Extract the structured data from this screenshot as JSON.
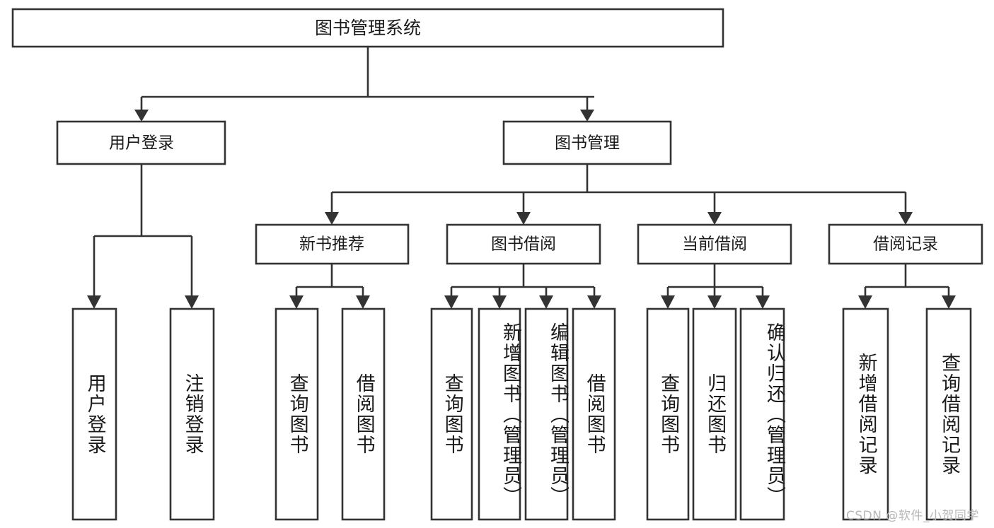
{
  "diagram": {
    "title": "图书管理系统",
    "type": "tree",
    "orientation": "top-down",
    "root": {
      "id": "root",
      "label": "图书管理系统",
      "level": 0
    },
    "level2": [
      {
        "id": "user-login",
        "label": "用户登录",
        "level": 1
      },
      {
        "id": "book-management",
        "label": "图书管理",
        "level": 1
      }
    ],
    "level3": [
      {
        "id": "new-book-recommend",
        "label": "新书推荐",
        "level": 2,
        "parent": "book-management"
      },
      {
        "id": "book-borrow",
        "label": "图书借阅",
        "level": 2,
        "parent": "book-management"
      },
      {
        "id": "current-borrow",
        "label": "当前借阅",
        "level": 2,
        "parent": "book-management"
      },
      {
        "id": "borrow-record",
        "label": "借阅记录",
        "level": 2,
        "parent": "book-management"
      }
    ],
    "leaves": [
      {
        "id": "leaf-user-login",
        "label": "用户登录",
        "parent": "user-login"
      },
      {
        "id": "leaf-logout-login",
        "label": "注销登录",
        "parent": "user-login"
      },
      {
        "id": "leaf-query-book-1",
        "label": "查询图书",
        "parent": "new-book-recommend"
      },
      {
        "id": "leaf-borrow-book-1",
        "label": "借阅图书",
        "parent": "new-book-recommend"
      },
      {
        "id": "leaf-query-book-2",
        "label": "查询图书",
        "parent": "book-borrow"
      },
      {
        "id": "leaf-add-book",
        "label": "新增图书（管理员）",
        "parent": "book-borrow"
      },
      {
        "id": "leaf-edit-book",
        "label": "编辑图书（管理员）",
        "parent": "book-borrow"
      },
      {
        "id": "leaf-borrow-book-2",
        "label": "借阅图书",
        "parent": "book-borrow"
      },
      {
        "id": "leaf-query-book-3",
        "label": "查询图书",
        "parent": "current-borrow"
      },
      {
        "id": "leaf-return-book",
        "label": "归还图书",
        "parent": "current-borrow"
      },
      {
        "id": "leaf-confirm-return",
        "label": "确认归还（管理员）",
        "parent": "current-borrow"
      },
      {
        "id": "leaf-add-record",
        "label": "新增借阅记录",
        "parent": "borrow-record"
      },
      {
        "id": "leaf-query-record",
        "label": "查询借阅记录",
        "parent": "borrow-record"
      }
    ]
  },
  "watermark": {
    "text": "CSDN @软件_小贺同学"
  },
  "colors": {
    "box_stroke": "#333333",
    "box_fill": "#ffffff",
    "text": "#1a1a1a",
    "watermark": "#b8b8b8",
    "background": "#ffffff"
  }
}
